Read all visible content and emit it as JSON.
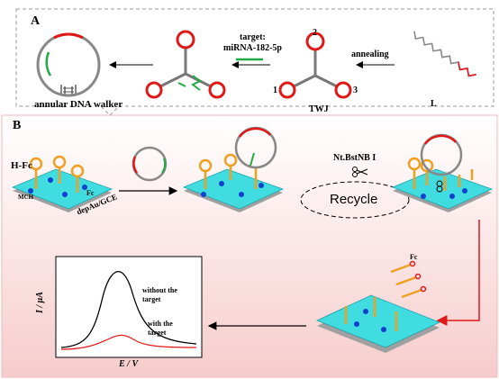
{
  "panel_a": {
    "letter": "A",
    "walker_label": "annular DNA walker",
    "target_label": "target:",
    "mirna_label": "miRNA-182-5p",
    "twj_label": "TWJ",
    "arm_1": "1",
    "arm_2": "2",
    "arm_3": "3",
    "annealing_label": "annealing",
    "strand_label": "L"
  },
  "panel_b": {
    "letter": "B",
    "hfc_label": "H-Fc",
    "mch_label": "MCH",
    "fc_label": "Fc",
    "electrode_label": "depAu/GCE",
    "enzyme_label": "Nt.BstNB I",
    "recycle_label": "Recycle",
    "released_fc_label": "Fc",
    "scissors_icon": "scissors-icon"
  },
  "chart_data": {
    "type": "line",
    "xlabel": "E / V",
    "ylabel": "I / μA",
    "series": [
      {
        "name": "without the target",
        "color": "#000000"
      },
      {
        "name": "with the target",
        "color": "#e01818"
      }
    ],
    "colors": {
      "cyan": "#40dce0",
      "hairpin": "#f0a020",
      "loop": "#e01818",
      "blue_dot": "#1040d0",
      "green": "#22aa44"
    }
  }
}
